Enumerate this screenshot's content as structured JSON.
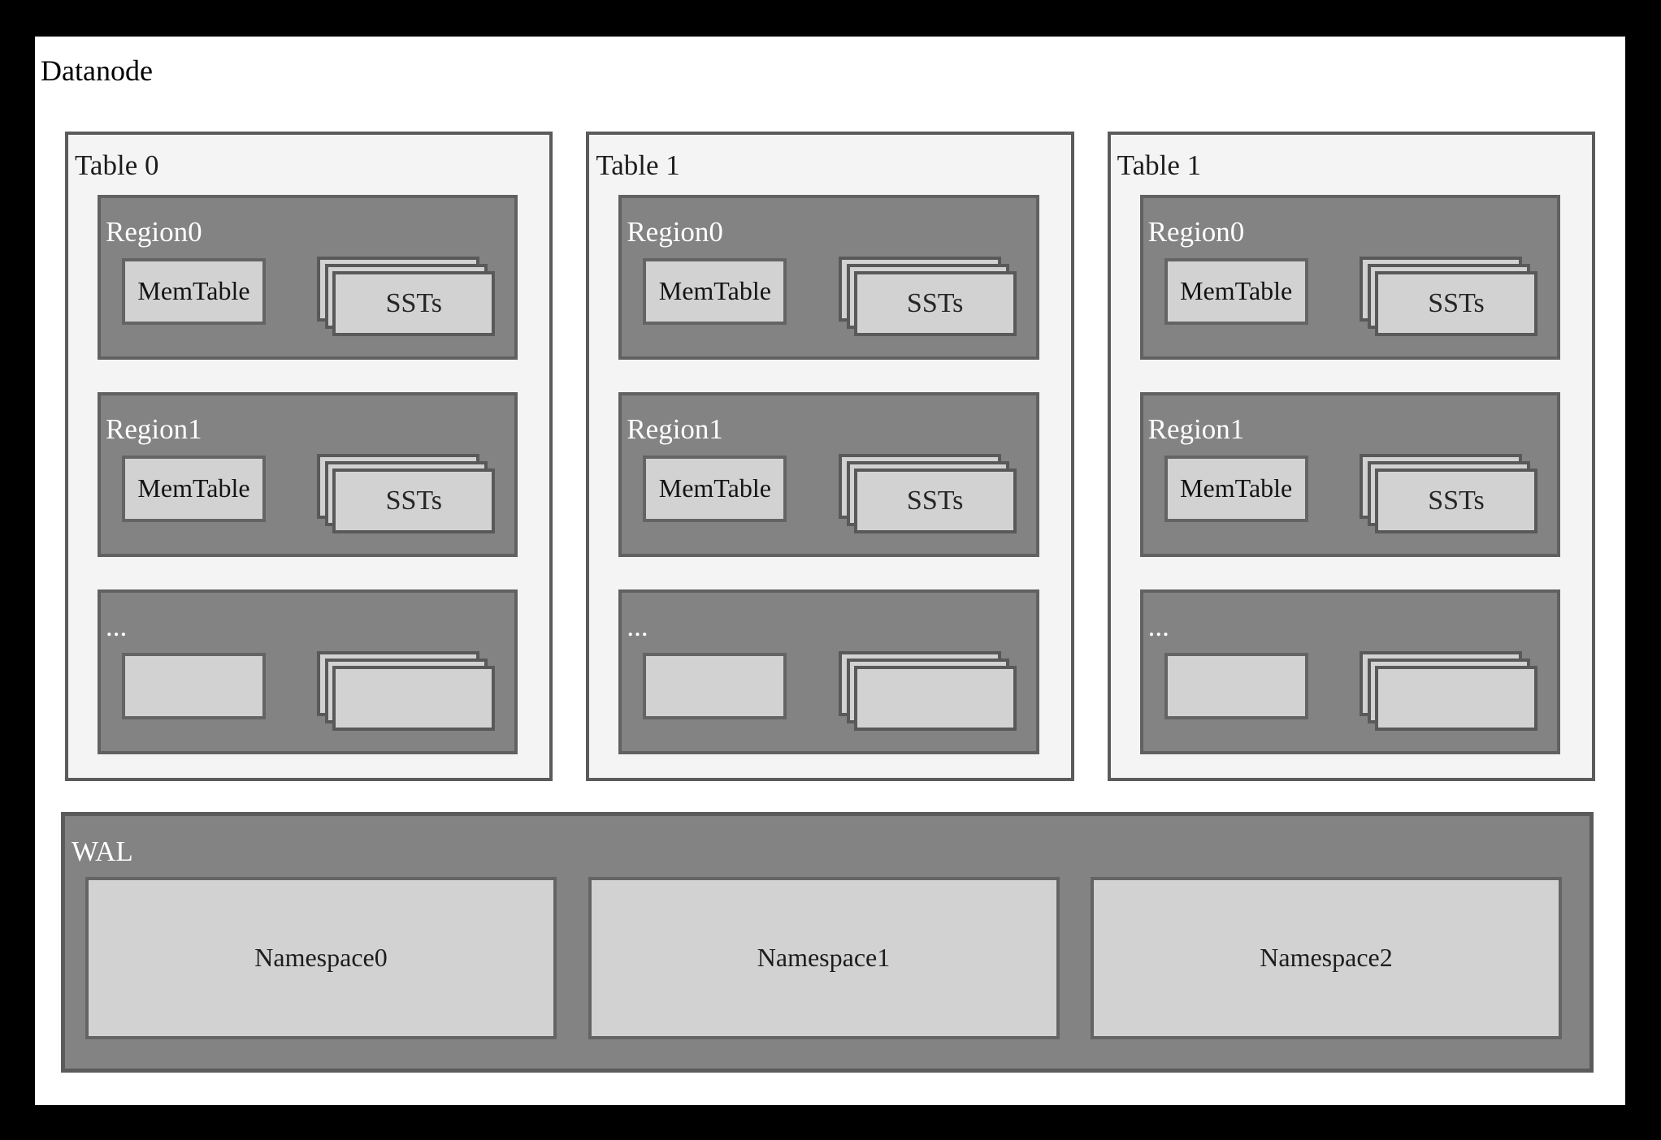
{
  "diagram": {
    "title": "Datanode",
    "tables": [
      {
        "label": "Table 0",
        "regions": [
          {
            "label": "Region0",
            "memtable_label": "MemTable",
            "ssts_label": "SSTs"
          },
          {
            "label": "Region1",
            "memtable_label": "MemTable",
            "ssts_label": "SSTs"
          },
          {
            "label": "...",
            "memtable_label": "",
            "ssts_label": ""
          }
        ]
      },
      {
        "label": "Table 1",
        "regions": [
          {
            "label": "Region0",
            "memtable_label": "MemTable",
            "ssts_label": "SSTs"
          },
          {
            "label": "Region1",
            "memtable_label": "MemTable",
            "ssts_label": "SSTs"
          },
          {
            "label": "...",
            "memtable_label": "",
            "ssts_label": ""
          }
        ]
      },
      {
        "label": "Table 1",
        "regions": [
          {
            "label": "Region0",
            "memtable_label": "MemTable",
            "ssts_label": "SSTs"
          },
          {
            "label": "Region1",
            "memtable_label": "MemTable",
            "ssts_label": "SSTs"
          },
          {
            "label": "...",
            "memtable_label": "",
            "ssts_label": ""
          }
        ]
      }
    ],
    "wal": {
      "label": "WAL",
      "namespaces": [
        {
          "label": "Namespace0"
        },
        {
          "label": "Namespace1"
        },
        {
          "label": "Namespace2"
        }
      ]
    },
    "colors": {
      "frame": "#000000",
      "canvas": "#ffffff",
      "table_fill": "#f4f4f4",
      "table_border": "#5b5b5b",
      "region_fill": "#838383",
      "region_border": "#616161",
      "item_fill": "#d2d2d2",
      "item_border": "#646464",
      "label_light": "#ffffff",
      "label_dark": "#000000"
    }
  }
}
